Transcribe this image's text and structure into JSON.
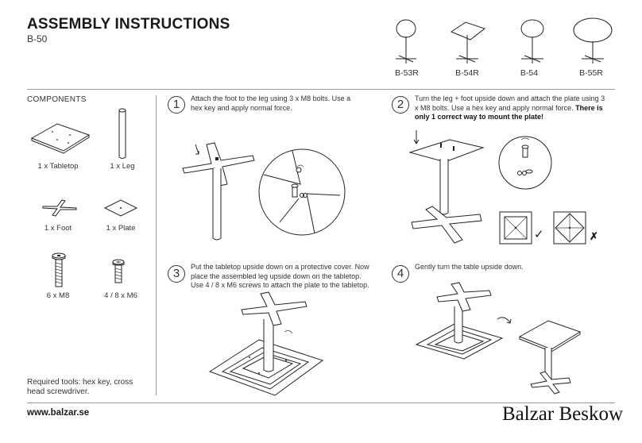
{
  "header": {
    "title": "ASSEMBLY INSTRUCTIONS",
    "subtitle": "B-50"
  },
  "models": [
    "B-53R",
    "B-54R",
    "B-54",
    "B-55R"
  ],
  "components": {
    "heading": "COMPONENTS",
    "items": [
      "1 x Tabletop",
      "1 x Leg",
      "1 x Foot",
      "1 x Plate",
      "6 x M8",
      "4 / 8 x M6"
    ]
  },
  "steps": [
    {
      "number": "1",
      "text": "Attach the foot to the leg using 3 x M8 bolts. Use a hex key and apply normal force.",
      "emphasis": ""
    },
    {
      "number": "2",
      "text": "Turn the leg + foot upside down and attach the plate using 3 x M8 bolts. Use a hex key and apply normal force.",
      "emphasis": "There is only 1 correct way to mount the plate!"
    },
    {
      "number": "3",
      "text": "Put the tabletop upside down on a protective cover. Now place the assembled leg upside down on the tabletop. Use 4 / 8 x M6 screws to attach the plate to the tabletop.",
      "emphasis": ""
    },
    {
      "number": "4",
      "text": "Gently turn the table upside down.",
      "emphasis": ""
    }
  ],
  "marks": {
    "correct": "✓",
    "wrong": "✗"
  },
  "footer": {
    "tools": "Required tools: hex key, cross head screwdriver.",
    "website": "www.balzar.se",
    "brand": "Balzar Beskow"
  }
}
